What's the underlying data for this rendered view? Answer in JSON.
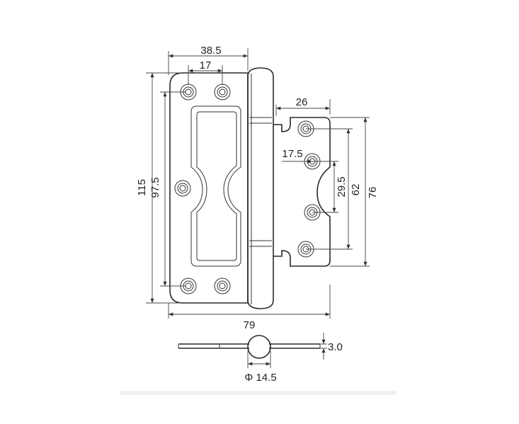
{
  "dimensions": {
    "top_overall_width": "38.5",
    "top_hole_spacing": "17",
    "right_leaf_width": "26",
    "right_hole_offset": "17.5",
    "overall_height": "115",
    "left_hole_span": "97.5",
    "right_inner_span": "29.5",
    "right_hole_span": "62",
    "right_leaf_height": "76",
    "overall_width": "79",
    "thickness": "3.0",
    "knuckle_diameter": "Φ 14.5"
  }
}
